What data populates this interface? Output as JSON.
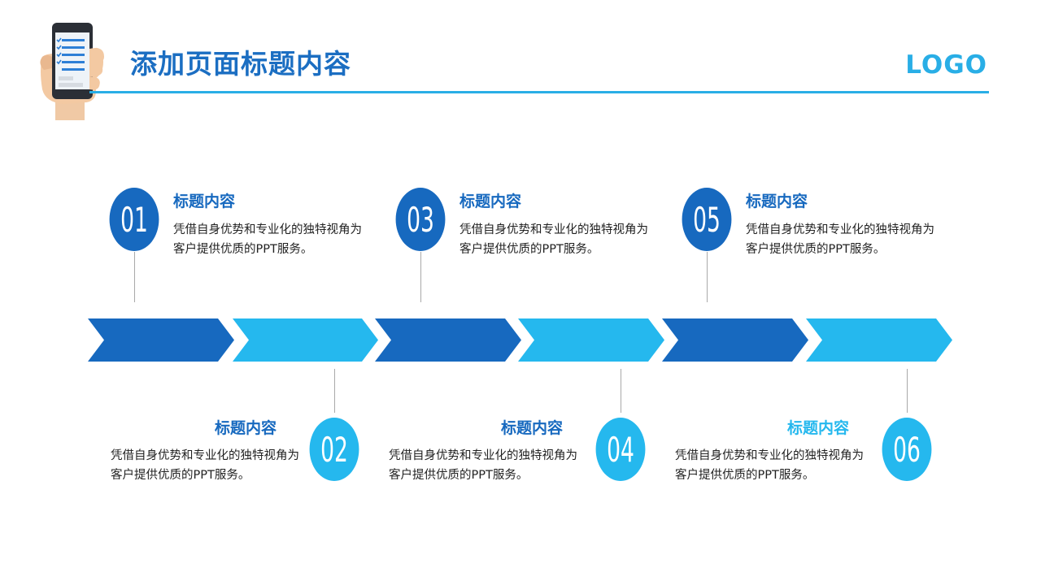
{
  "header": {
    "title": "添加页面标题内容",
    "logo": "LOGO",
    "accent": "#29aee6",
    "icon": "phone-in-hand-icon"
  },
  "colors": {
    "dark": "#1769bf",
    "light": "#25b8ee"
  },
  "steps": [
    {
      "num": "01",
      "title": "标题内容",
      "desc": "凭借自身优势和专业化的独特视角为客户提供优质的PPT服务。"
    },
    {
      "num": "02",
      "title": "标题内容",
      "desc": "凭借自身优势和专业化的独特视角为客户提供优质的PPT服务。"
    },
    {
      "num": "03",
      "title": "标题内容",
      "desc": "凭借自身优势和专业化的独特视角为客户提供优质的PPT服务。"
    },
    {
      "num": "04",
      "title": "标题内容",
      "desc": "凭借自身优势和专业化的独特视角为客户提供优质的PPT服务。"
    },
    {
      "num": "05",
      "title": "标题内容",
      "desc": "凭借自身优势和专业化的独特视角为客户提供优质的PPT服务。"
    },
    {
      "num": "06",
      "title": "标题内容",
      "desc": "凭借自身优势和专业化的独特视角为客户提供优质的PPT服务。"
    }
  ]
}
